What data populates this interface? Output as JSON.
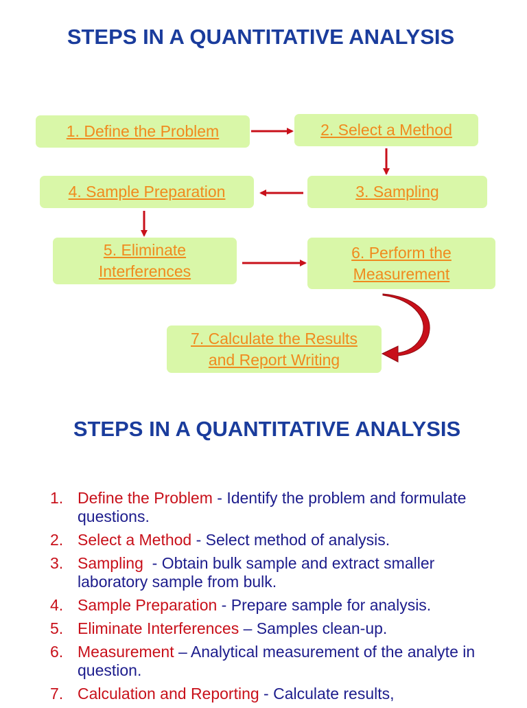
{
  "title_top": "STEPS IN A QUANTITATIVE ANALYSIS",
  "title_bottom": "STEPS IN A QUANTITATIVE ANALYSIS",
  "flowchart": {
    "steps": [
      {
        "label": "1. Define the Problem"
      },
      {
        "label": "2. Select a Method"
      },
      {
        "label": "3. Sampling"
      },
      {
        "label": "4. Sample Preparation"
      },
      {
        "label": "5. Eliminate\nInterferences"
      },
      {
        "label": "6. Perform the\nMeasurement"
      },
      {
        "label": "7. Calculate the Results\nand Report Writing"
      }
    ]
  },
  "steps_list": [
    {
      "num": "1.",
      "term": "Define the Problem",
      "desc": " - Identify the problem and formulate questions."
    },
    {
      "num": "2.",
      "term": "Select a Method",
      "desc": " - Select method of analysis."
    },
    {
      "num": "3.",
      "term": "Sampling",
      "desc": "  - Obtain bulk sample and extract smaller laboratory sample from bulk."
    },
    {
      "num": "4.",
      "term": "Sample Preparation",
      "desc": " - Prepare sample for analysis."
    },
    {
      "num": "5.",
      "term": "Eliminate Interferences",
      "desc": " – Samples clean-up."
    },
    {
      "num": "6.",
      "term": "Measurement",
      "desc": " – Analytical measurement of the analyte in question."
    },
    {
      "num": "7.",
      "term": "Calculation and Reporting",
      "desc": " - Calculate results,"
    }
  ],
  "colors": {
    "title": "#1a3c9c",
    "box_fill": "#d9f7a8",
    "box_text": "#f08a1e",
    "arrow": "#c8101a",
    "list_term": "#c8101a",
    "list_desc": "#1c1c8c"
  }
}
